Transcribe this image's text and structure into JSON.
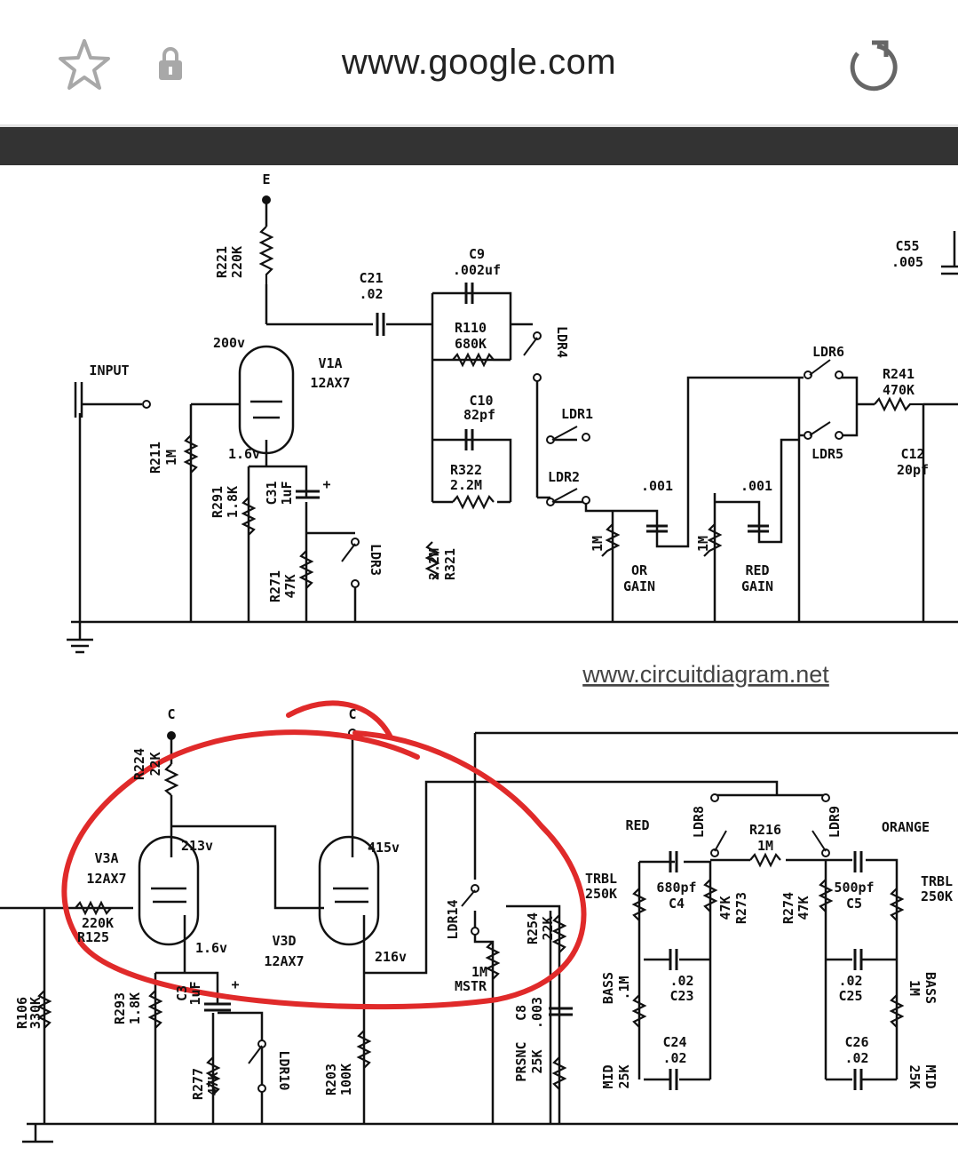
{
  "browser": {
    "url": "www.google.com",
    "icons": [
      "star-icon",
      "lock-icon",
      "reload-icon"
    ]
  },
  "schematic": {
    "watermark": "www.circuitdiagram.net",
    "annotation_color": "#e02a2a",
    "labels": [
      "E",
      "R221",
      "220K",
      "C21",
      ".02",
      "C9",
      ".002uf",
      "R110",
      "680K",
      "LDR4",
      "200v",
      "V1A",
      "12AX7",
      "INPUT",
      "C55",
      ".005",
      "LDR6",
      "R241",
      "470K",
      "C10",
      "82pf",
      "LDR1",
      "1.6v",
      "R211",
      "1M",
      "LDR5",
      "C12",
      "20pf",
      "R322",
      "2.2M",
      "LDR2",
      ".001",
      ".001",
      "R291",
      "1.8K",
      "C31",
      "1uF",
      "LDR3",
      "1M",
      "OR",
      "GAIN",
      "1M",
      "RED",
      "GAIN",
      "R271",
      "47K",
      "2.2M",
      "R321",
      "C",
      "C",
      "R224",
      "22K",
      "V3A",
      "12AX7",
      "213v",
      "415v",
      "RED",
      "LDR8",
      "R216",
      "1M",
      "LDR9",
      "ORANGE",
      "220K",
      "R125",
      "1.6v",
      "V3D",
      "12AX7",
      "216v",
      "LDR14",
      "1M",
      "MSTR",
      "R254",
      "22K",
      "TRBL",
      "250K",
      "680pf",
      "C4",
      "47K",
      "R273",
      "R274",
      "47K",
      "500pf",
      "C5",
      "TRBL",
      "250K",
      ".02",
      "C23",
      ".02",
      "C25",
      "BASS",
      ".1M",
      "1M",
      "BASS",
      "C24",
      ".02",
      "C26",
      ".02",
      "MID",
      "25K",
      "25K",
      "MID",
      "PRSNC",
      "25K",
      "C8",
      ".003",
      "R106",
      "330K",
      "R293",
      "1.8K",
      "C3",
      "1uF",
      "R277",
      "47K",
      "LDR10",
      "R203",
      "100K",
      "+",
      "+"
    ]
  }
}
